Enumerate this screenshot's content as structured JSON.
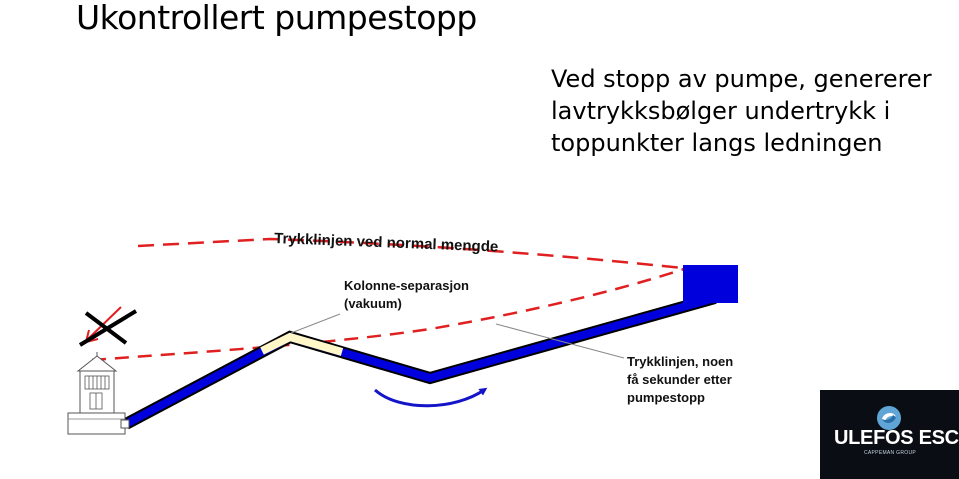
{
  "slide": {
    "title": "Ukontrollert pumpestopp",
    "description_lines": [
      "Ved stopp av pumpe, genererer",
      "lavtrykksbølger undertrykk i",
      "toppunkter langs ledningen"
    ]
  },
  "diagram": {
    "labels": {
      "normal_pressure_line": "Trykklinjen ved normal mengde",
      "column_separation_line1": "Kolonne-separasjon",
      "column_separation_line2": "(vakuum)",
      "after_stop_line1": "Trykklinjen, noen",
      "after_stop_line2": "få sekunder etter",
      "after_stop_line3": "pumpestopp"
    },
    "colors": {
      "pipe_fill": "#0000dd",
      "vacuum_fill": "#fff7c8",
      "pressure_line": "#e02020",
      "stop_cross": "#000000",
      "flow_arrow": "#1414c8",
      "reservoir": "#0000dd"
    },
    "icons": [
      "pump-station-icon",
      "stop-cross-icon",
      "flow-direction-arrow-icon",
      "reservoir-icon"
    ]
  },
  "logo": {
    "name": "ULEFOS ESCO",
    "tagline": "CAPPEMAN GROUP"
  }
}
